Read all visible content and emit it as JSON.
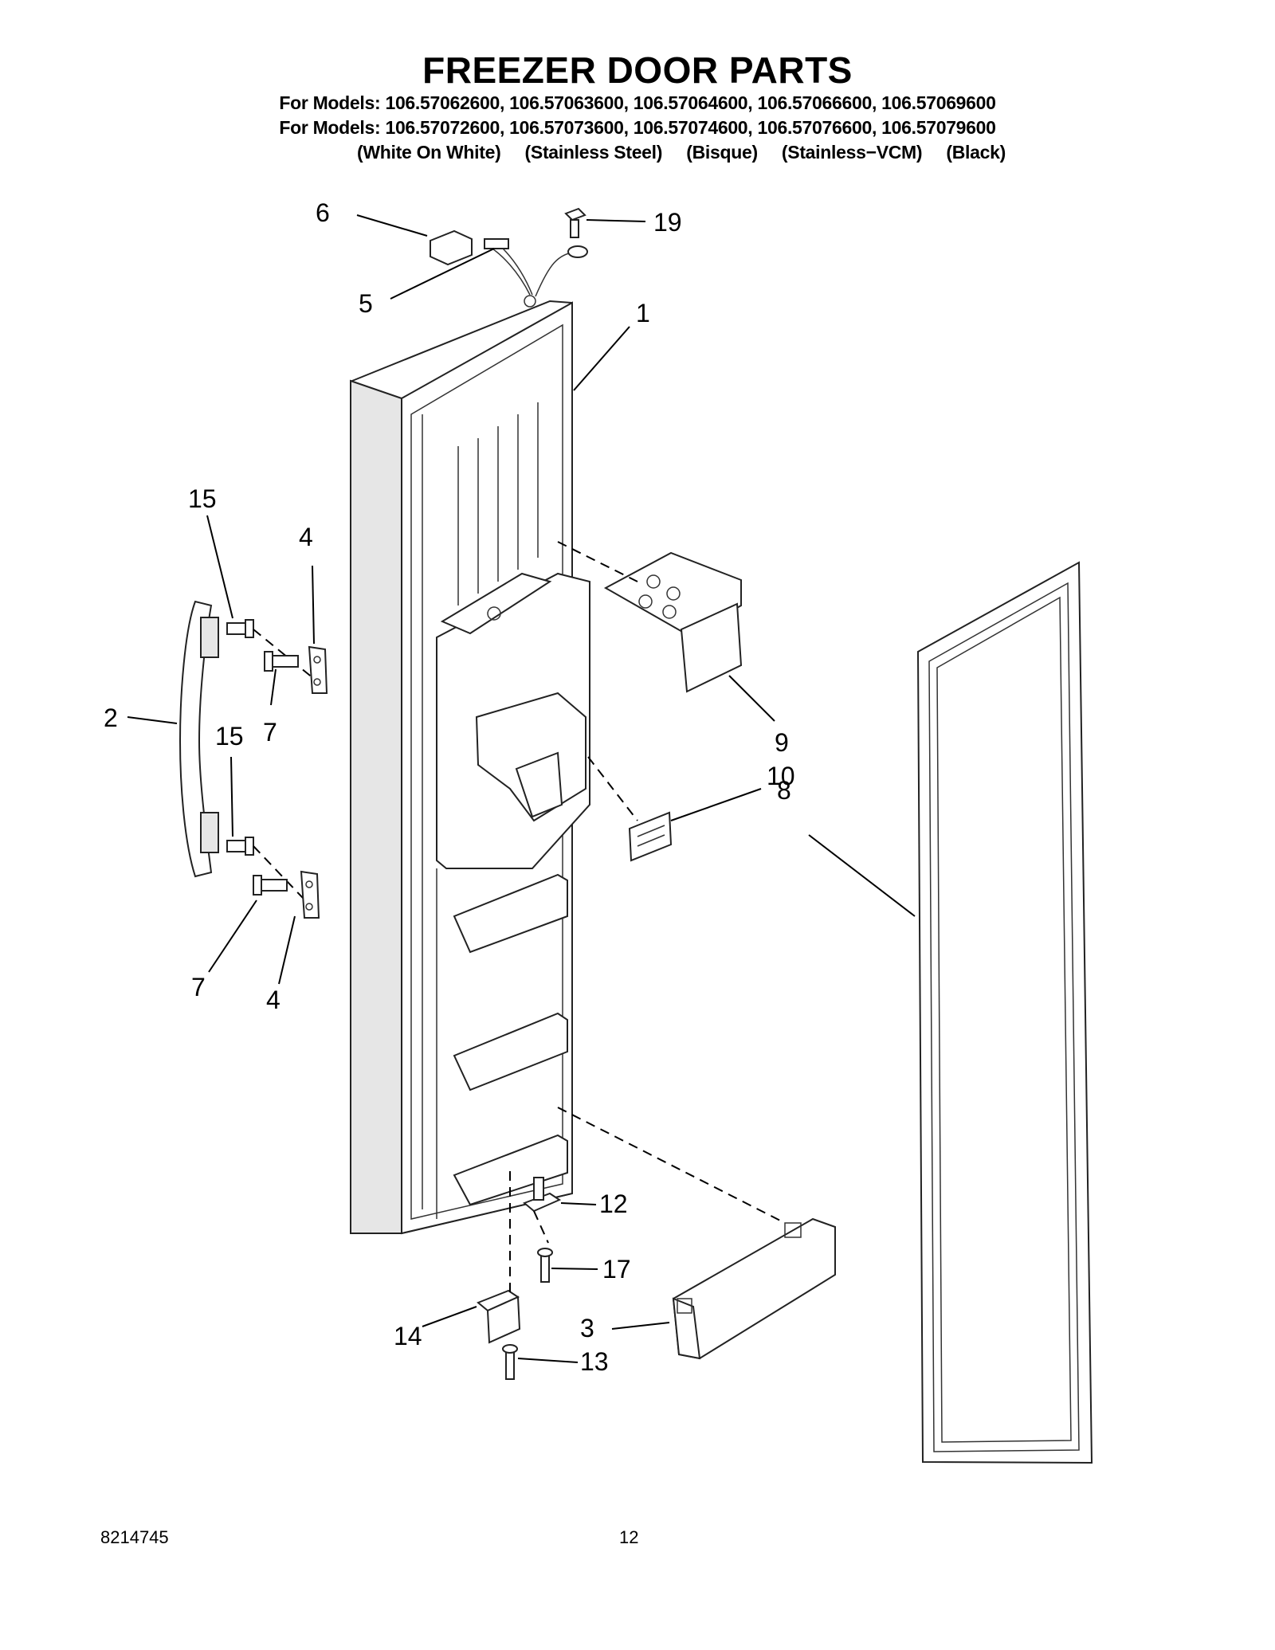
{
  "header": {
    "title": "FREEZER DOOR PARTS",
    "models_line_1": "For Models: 106.57062600, 106.57063600, 106.57064600, 106.57066600, 106.57069600",
    "models_line_2": "For Models: 106.57072600, 106.57073600, 106.57074600, 106.57076600, 106.57079600",
    "finishes": [
      "(White On White)",
      "(Stainless Steel)",
      "(Bisque)",
      "(Stainless−VCM)",
      "(Black)"
    ]
  },
  "callouts": {
    "c1": "1",
    "c2": "2",
    "c3": "3",
    "c4a": "4",
    "c4b": "4",
    "c5": "5",
    "c6": "6",
    "c7a": "7",
    "c7b": "7",
    "c8": "8",
    "c9": "9",
    "c10": "10",
    "c12": "12",
    "c13": "13",
    "c14": "14",
    "c15a": "15",
    "c15b": "15",
    "c17": "17",
    "c19": "19"
  },
  "footer": {
    "doc_number": "8214745",
    "page_number": "12"
  }
}
